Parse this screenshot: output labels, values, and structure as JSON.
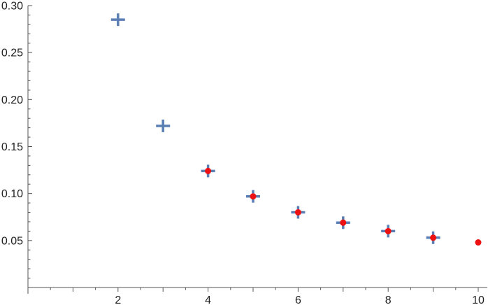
{
  "chart_data": {
    "type": "scatter",
    "title": "",
    "xlabel": "",
    "ylabel": "",
    "xlim": [
      0,
      10.15
    ],
    "ylim": [
      0,
      0.3
    ],
    "x_ticks": [
      2,
      4,
      6,
      8,
      10
    ],
    "y_ticks": [
      0.05,
      0.1,
      0.15,
      0.2,
      0.25,
      0.3
    ],
    "x_tick_labels": [
      "2",
      "4",
      "6",
      "8",
      "10"
    ],
    "y_tick_labels": [
      "0.05",
      "0.10",
      "0.15",
      "0.20",
      "0.25",
      "0.30"
    ],
    "grid": false,
    "series": [
      {
        "marker": "cross-with-errorbars",
        "color": "#5b7fb5",
        "points": [
          {
            "x": 2,
            "y": 0.285,
            "yerr": 0.004
          },
          {
            "x": 3,
            "y": 0.172,
            "yerr": 0.004
          },
          {
            "x": 4,
            "y": 0.124,
            "yerr": 0.005
          },
          {
            "x": 5,
            "y": 0.097,
            "yerr": 0.005
          },
          {
            "x": 6,
            "y": 0.08,
            "yerr": 0.005
          },
          {
            "x": 7,
            "y": 0.069,
            "yerr": 0.005
          },
          {
            "x": 8,
            "y": 0.06,
            "yerr": 0.005
          },
          {
            "x": 9,
            "y": 0.053,
            "yerr": 0.005
          }
        ]
      },
      {
        "marker": "dot",
        "color": "#ee1111",
        "points": [
          {
            "x": 4,
            "y": 0.124
          },
          {
            "x": 5,
            "y": 0.097
          },
          {
            "x": 6,
            "y": 0.08
          },
          {
            "x": 7,
            "y": 0.069
          },
          {
            "x": 8,
            "y": 0.06
          },
          {
            "x": 9,
            "y": 0.053
          },
          {
            "x": 10,
            "y": 0.048
          }
        ]
      }
    ]
  }
}
